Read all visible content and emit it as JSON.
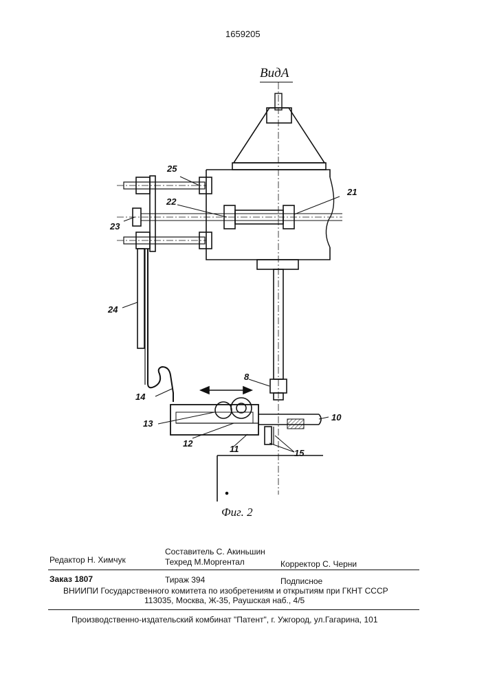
{
  "header": {
    "patent_number": "1659205"
  },
  "drawing": {
    "view_label": "ВидА",
    "figure_label": "Фиг. 2",
    "callouts": {
      "c25": "25",
      "c21": "21",
      "c22": "22",
      "c23": "23",
      "c24": "24",
      "c8": "8",
      "c14": "14",
      "c13": "13",
      "c12": "12",
      "c11": "11",
      "c10": "10",
      "c15": "15"
    }
  },
  "footer": {
    "editor": "Редактор  Н. Химчук",
    "compiler": "Составитель  С. Акиньшин",
    "techred": "Техред М.Моргентал",
    "corrector": "Корректор   С. Черни",
    "order": "Заказ 1807",
    "circulation": "Тираж  394",
    "subscription": "Подписное",
    "institute": "ВНИИПИ Государственного комитета по изобретениям и открытиям при ГКНТ СССР",
    "address": "113035, Москва, Ж-35, Раушская наб., 4/5",
    "publisher": "Производственно-издательский комбинат \"Патент\", г. Ужгород, ул.Гагарина, 101"
  }
}
